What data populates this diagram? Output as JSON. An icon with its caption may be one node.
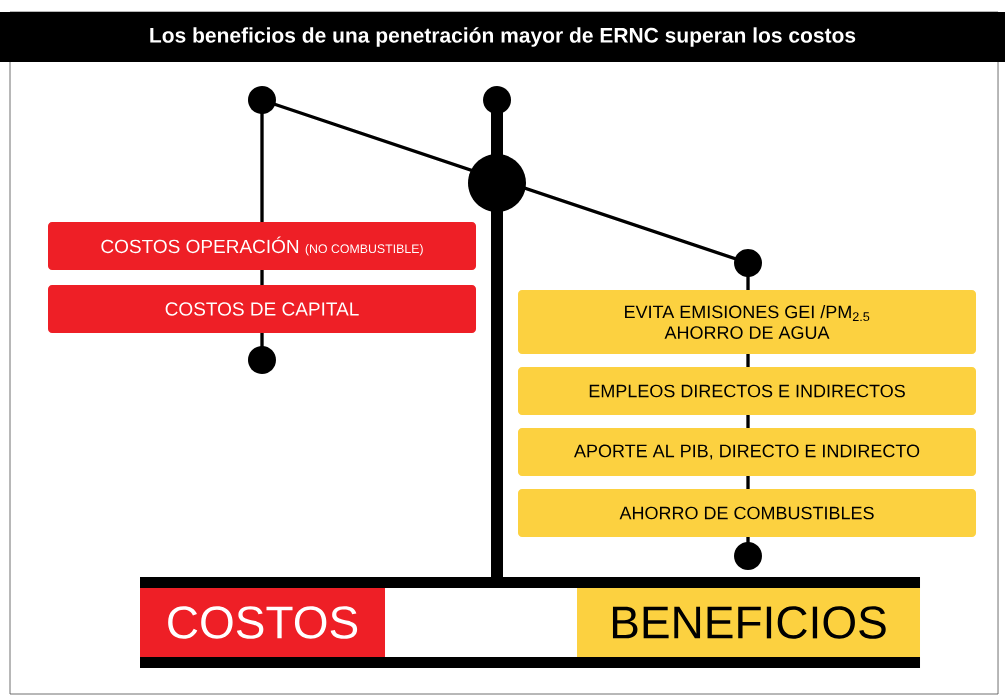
{
  "diagram": {
    "title": "Los beneficios de una penetración mayor de ERNC superan los costos",
    "nodes": [
      {
        "text": [
          "COSTOS OPERACIÓN",
          "(NO COMBUSTIBLE)"
        ]
      },
      {
        "text": [
          "COSTOS DE CAPITAL"
        ]
      },
      {
        "text": [
          "EVITA EMISIONES GEI /PM$_{2.5}$",
          "AHORRO DE AGUA"
        ]
      },
      {
        "text": [
          "EMPLEOS DIRECTOS E INDIRECTOS"
        ]
      },
      {
        "text": [
          "APORTE AL PIB, DIRECTO E INDIRECTO"
        ]
      },
      {
        "text": [
          "AHORRO DE COMBUSTIBLES"
        ]
      },
      {
        "text": [
          "COSTOS"
        ]
      },
      {
        "text": [
          "BENEFICIOS"
        ]
      }
    ]
  }
}
